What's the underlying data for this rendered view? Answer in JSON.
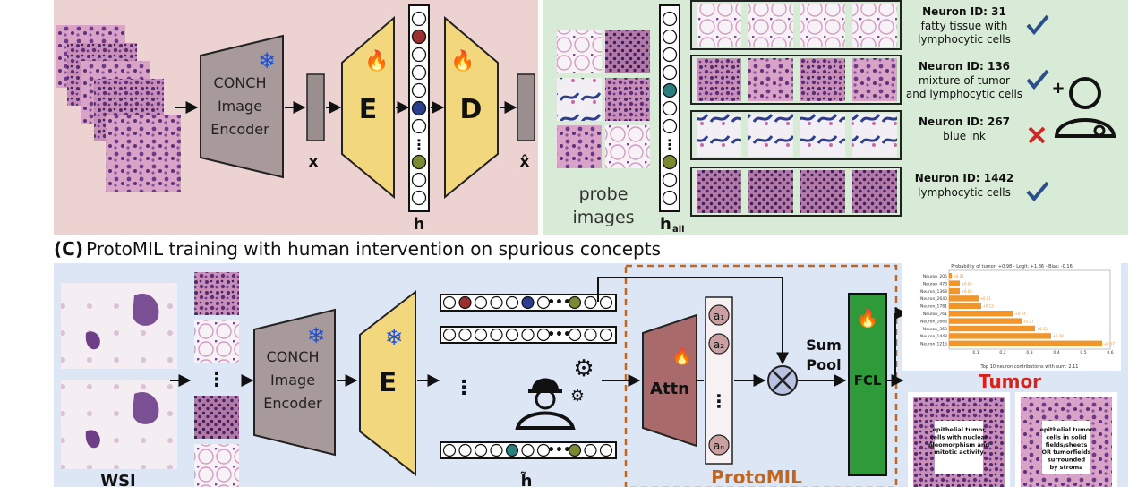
{
  "panel_a": {
    "encoder_label": [
      "CONCH",
      "Image",
      "Encoder"
    ],
    "x_label": "x",
    "e_label": "E",
    "d_label": "D",
    "h_label": "h",
    "xhat_label": "x̂",
    "colors": {
      "bg": "#ecd3d2",
      "encoder": "#a89a9a",
      "ed": "#f2d77c"
    }
  },
  "panel_b": {
    "probe_label": [
      "probe",
      "images"
    ],
    "hall_label": "h",
    "hall_sub": "all",
    "neurons": [
      {
        "id": "Neuron ID: 31",
        "desc": [
          "fatty tissue with",
          "lymphocytic cells"
        ],
        "mark": "check"
      },
      {
        "id": "Neuron ID: 136",
        "desc": [
          "mixture of tumor",
          "and lymphocytic cells"
        ],
        "mark": "check"
      },
      {
        "id": "Neuron ID: 267",
        "desc": [
          "blue ink"
        ],
        "mark": "cross"
      },
      {
        "id": "Neuron ID: 1442",
        "desc": [
          "lymphocytic cells"
        ],
        "mark": "check"
      }
    ],
    "colors": {
      "bg": "#d8ebd6",
      "check": "#2b4f8a",
      "cross": "#cc2a2a"
    }
  },
  "panel_c": {
    "title_prefix": "(C)",
    "title": "ProtoMIL training with human intervention on spurious concepts",
    "wsi_label": "WSI",
    "encoder_label": [
      "CONCH",
      "Image",
      "Encoder"
    ],
    "e_label": "E",
    "htilde_label": "h̃",
    "attn_label": "Attn",
    "a_labels": [
      "a₁",
      "a₂",
      "aₙ"
    ],
    "sumpool_label": [
      "Sum",
      "Pool"
    ],
    "fcl_label": "FCL",
    "protomil_label": "ProtoMIL",
    "tumor_label": "Tumor",
    "prototypes": [
      [
        "epithelial tumor",
        "cells with nuclear",
        "pleomorphism and",
        "mitotic activity"
      ],
      [
        "epithelial tumor",
        "cells in solid",
        "fields/sheets",
        "OR tumorfields",
        "surrounded",
        "by stroma"
      ]
    ],
    "colors": {
      "bg": "#dde6f5",
      "attn": "#a86a6a",
      "fcl": "#2e9a3a",
      "protomil": "#c0661f",
      "tumor": "#d4241c"
    }
  },
  "chart_data": {
    "type": "bar",
    "title": "Probability of tumor: +0.98 - Logit: +1.86 - Bias: -0.16",
    "xlabel": "Top 10 neuron contributions with sum: 2.11",
    "categories": [
      "Neuron_205",
      "Neuron_473",
      "Neuron_1368",
      "Neuron_2640",
      "Neuron_1781",
      "Neuron_761",
      "Neuron_1663",
      "Neuron_353",
      "Neuron_1448",
      "Neuron_1215"
    ],
    "values": [
      0.01,
      0.04,
      0.04,
      0.11,
      0.12,
      0.24,
      0.27,
      0.32,
      0.38,
      0.57
    ],
    "value_labels": [
      "+0.01",
      "+0.04",
      "+0.04",
      "+0.11",
      "+0.12",
      "+0.24",
      "+0.27",
      "+0.32",
      "+0.38",
      "+0.57"
    ],
    "xticks": [
      "0.1",
      "0.2",
      "0.3",
      "0.4",
      "0.5",
      "0.6"
    ],
    "xlim": [
      0,
      0.6
    ],
    "color": "#f0962a"
  }
}
